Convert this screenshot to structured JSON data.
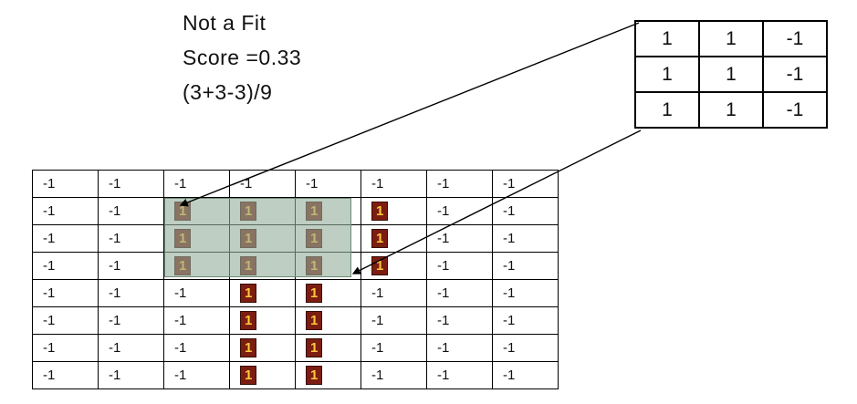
{
  "annotation": {
    "title": "Not a Fit",
    "score": "Score =0.33",
    "calculation": "(3+3-3)/9"
  },
  "filter_grid": {
    "rows": [
      [
        "1",
        "1",
        "-1"
      ],
      [
        "1",
        "1",
        "-1"
      ],
      [
        "1",
        "1",
        "-1"
      ]
    ]
  },
  "image_grid": {
    "highlight_value": "1",
    "rows": [
      [
        "-1",
        "-1",
        "-1",
        "-1",
        "-1",
        "-1",
        "-1",
        "-1"
      ],
      [
        "-1",
        "-1",
        "1",
        "1",
        "1",
        "1",
        "-1",
        "-1"
      ],
      [
        "-1",
        "-1",
        "1",
        "1",
        "1",
        "1",
        "-1",
        "-1"
      ],
      [
        "-1",
        "-1",
        "1",
        "1",
        "1",
        "1",
        "-1",
        "-1"
      ],
      [
        "-1",
        "-1",
        "-1",
        "1",
        "1",
        "-1",
        "-1",
        "-1"
      ],
      [
        "-1",
        "-1",
        "-1",
        "1",
        "1",
        "-1",
        "-1",
        "-1"
      ],
      [
        "-1",
        "-1",
        "-1",
        "1",
        "1",
        "-1",
        "-1",
        "-1"
      ],
      [
        "-1",
        "-1",
        "-1",
        "1",
        "1",
        "-1",
        "-1",
        "-1"
      ]
    ]
  },
  "colors": {
    "highlight_bg": "#7b1d10",
    "highlight_text": "#ffc83d",
    "overlay_fill": "rgba(146, 173, 155, 0.6)",
    "overlay_border": "#6f8a78",
    "line_color": "#000000"
  }
}
